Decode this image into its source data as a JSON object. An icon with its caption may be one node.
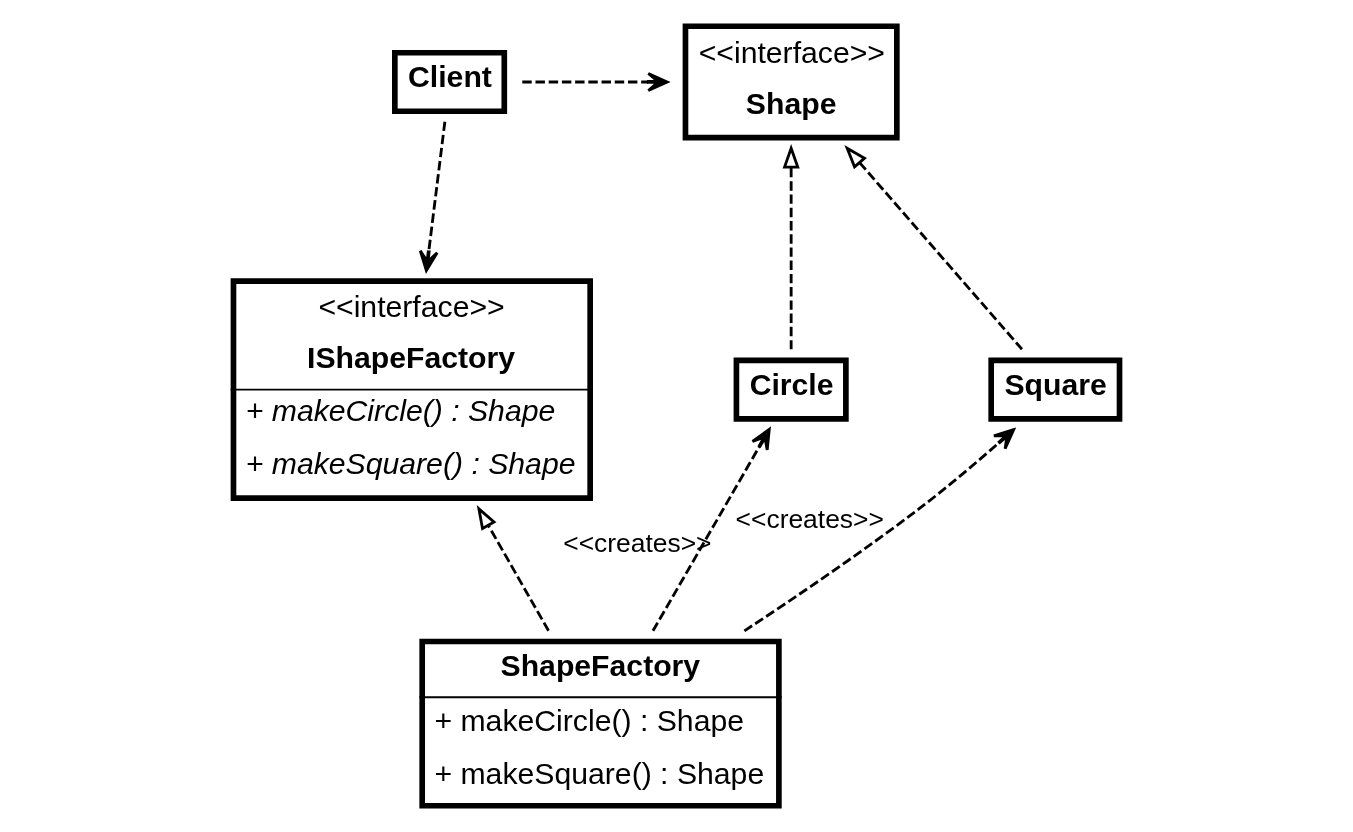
{
  "diagram": {
    "nodes": [
      {
        "text": [
          "Client"
        ]
      },
      {
        "text": [
          "<<interface>>",
          "Shape"
        ]
      },
      {
        "text": [
          "<<interface>>",
          "IShapeFactory",
          "+ makeCircle() : Shape",
          "+ makeSquare() : Shape"
        ]
      },
      {
        "text": [
          "Circle"
        ]
      },
      {
        "text": [
          "Square"
        ]
      },
      {
        "text": [
          "ShapeFactory",
          "+ makeCircle() : Shape",
          "+ makeSquare() : Shape"
        ]
      }
    ],
    "edges": [
      {
        "from": 0,
        "to": 1,
        "arrow": "to",
        "style": "dashed"
      },
      {
        "from": 0,
        "to": 2,
        "arrow": "to",
        "style": "dashed"
      },
      {
        "from": 3,
        "to": 1,
        "arrow": "to",
        "style": "dashed"
      },
      {
        "from": 4,
        "to": 1,
        "arrow": "to",
        "style": "dashed"
      },
      {
        "from": 5,
        "to": 2,
        "arrow": "to",
        "style": "dashed"
      },
      {
        "from": 5,
        "to": 3,
        "arrow": "to",
        "style": "dashed",
        "label": "<<creates>>"
      },
      {
        "from": 5,
        "to": 4,
        "arrow": "to",
        "style": "dashed",
        "label": "<<creates>>"
      }
    ]
  }
}
